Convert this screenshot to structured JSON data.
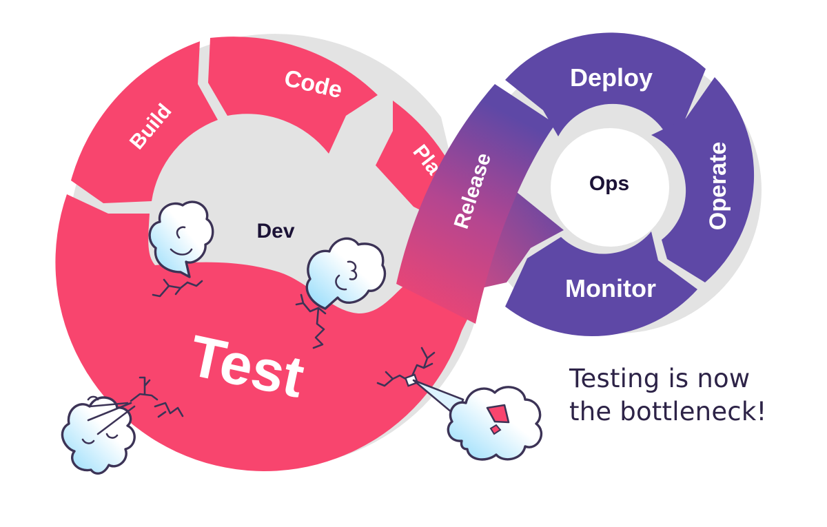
{
  "diagram": {
    "title": "DevOps infinity loop",
    "colors": {
      "dev": "#F8456E",
      "ops": "#5E48A6",
      "shadow": "#E3E3E3",
      "text_dark": "#1B1236",
      "cloud_ink": "#3C3356",
      "cloud_fill_light": "#FFFFFF",
      "cloud_fill_blue": "#8FDAFB"
    },
    "dev_loop": {
      "center_label": "Dev",
      "stages": [
        {
          "label": "Build"
        },
        {
          "label": "Code"
        },
        {
          "label": "Plan",
          "visible_text": "Pla"
        },
        {
          "label": "Test"
        }
      ]
    },
    "bridge": {
      "label": "Release"
    },
    "ops_loop": {
      "center_label": "Ops",
      "stages": [
        {
          "label": "Deploy"
        },
        {
          "label": "Operate"
        },
        {
          "label": "Monitor"
        }
      ]
    },
    "clouds": [
      {
        "name": "top-left-cloud",
        "expression": "smile"
      },
      {
        "name": "middle-cloud",
        "expression": "curious"
      },
      {
        "name": "bottom-left-cloud",
        "expression": "blowing"
      },
      {
        "name": "bottom-right-cloud",
        "expression": "shouting"
      }
    ]
  },
  "caption": {
    "line1": "Testing is now",
    "line2": "the bottleneck!"
  }
}
